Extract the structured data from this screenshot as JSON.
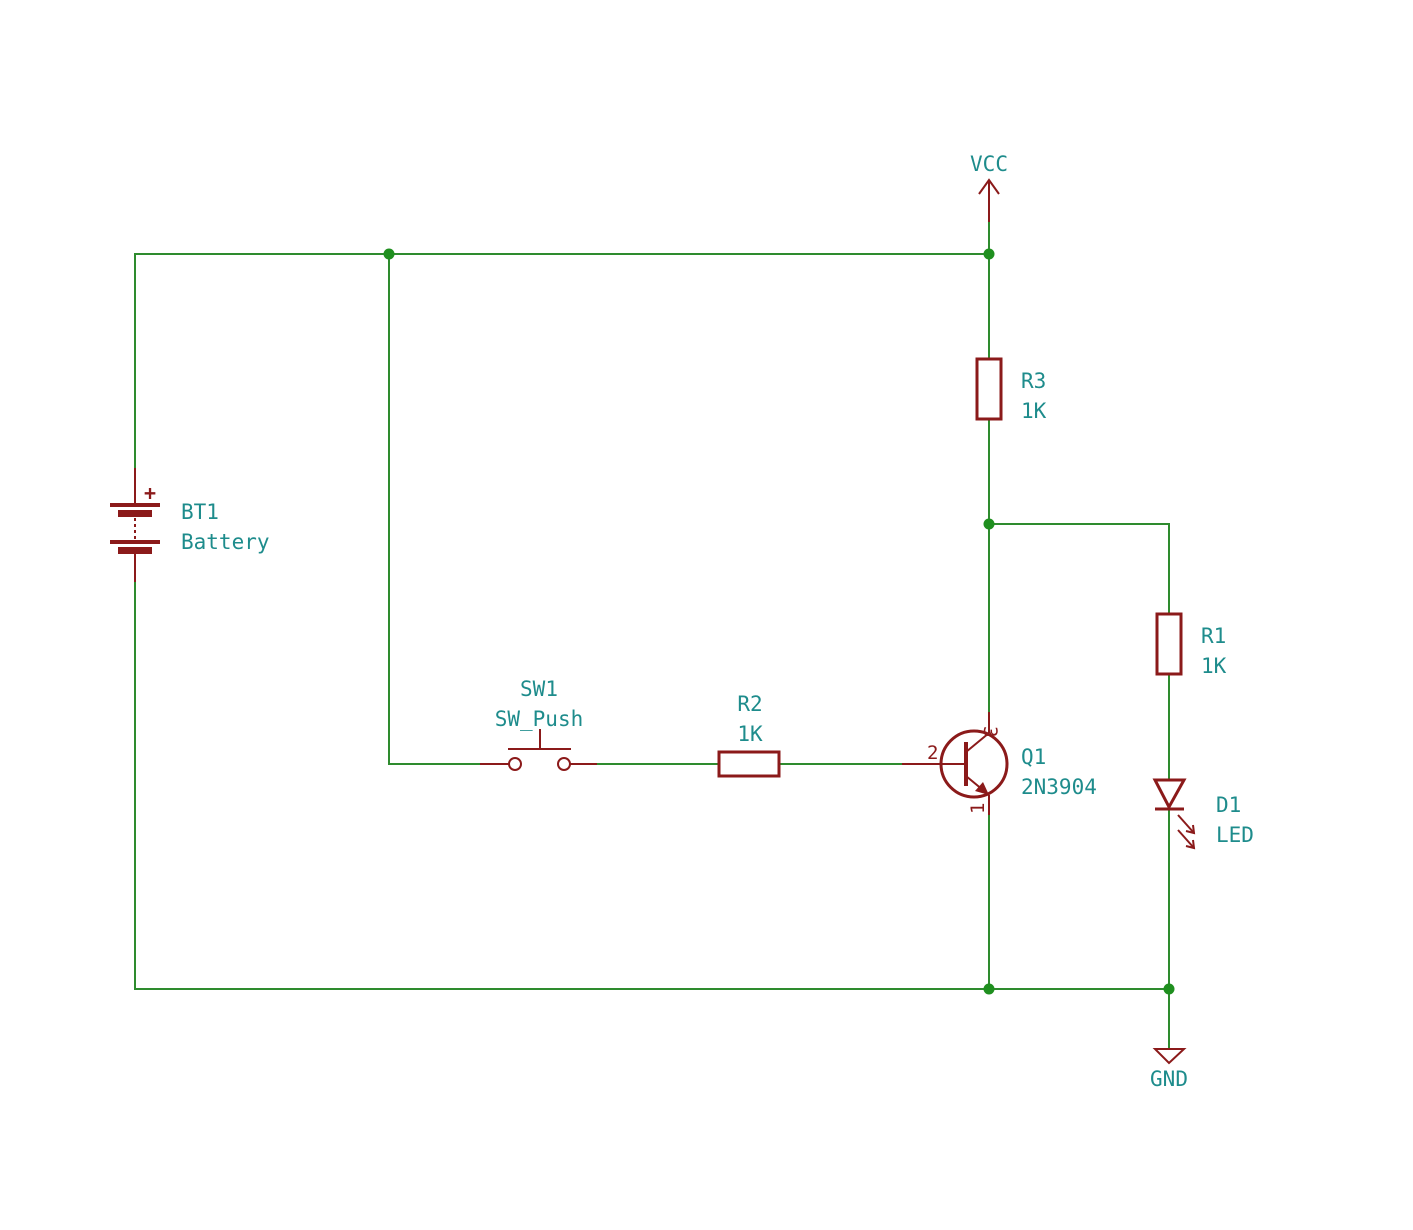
{
  "power": {
    "vcc": "VCC",
    "gnd": "GND"
  },
  "components": {
    "bt1": {
      "ref": "BT1",
      "value": "Battery",
      "plus": "+"
    },
    "sw1": {
      "ref": "SW1",
      "value": "SW_Push"
    },
    "r1": {
      "ref": "R1",
      "value": "1K"
    },
    "r2": {
      "ref": "R2",
      "value": "1K"
    },
    "r3": {
      "ref": "R3",
      "value": "1K"
    },
    "q1": {
      "ref": "Q1",
      "value": "2N3904",
      "pin_base": "2",
      "pin_collector": "3",
      "pin_emitter": "1"
    },
    "d1": {
      "ref": "D1",
      "value": "LED"
    }
  },
  "colors": {
    "wire": "#2e8b2e",
    "symbol": "#8b1a1a",
    "label": "#1e8c8c",
    "junction": "#1f8f1f"
  }
}
